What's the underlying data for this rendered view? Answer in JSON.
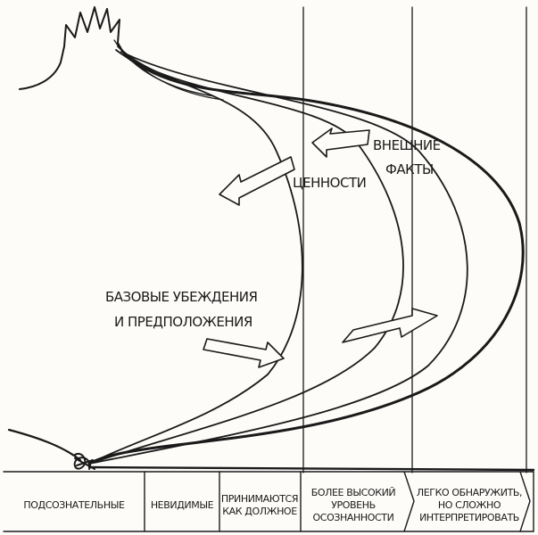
{
  "labels": {
    "external_facts_1": "ВНЕШНИЕ",
    "external_facts_2": "ФАКТЫ",
    "values": "ЦЕННОСТИ",
    "basic_beliefs_1": "БАЗОВЫЕ УБЕЖДЕНИЯ",
    "basic_beliefs_2": "И ПРЕДПОЛОЖЕНИЯ"
  },
  "table": {
    "cells": [
      {
        "lines": [
          "ПОДСОЗНАТЕЛЬНЫЕ"
        ]
      },
      {
        "lines": [
          "НЕВИДИМЫЕ"
        ]
      },
      {
        "lines": [
          "ПРИНИМАЮТСЯ",
          "КАК ДОЛЖНОЕ"
        ]
      },
      {
        "lines": [
          "БОЛЕЕ ВЫСОКИЙ",
          "УРОВЕНЬ",
          "ОСОЗНАННОСТИ"
        ]
      },
      {
        "lines": [
          "ЛЕГКО ОБНАРУЖИТЬ,",
          "НО СЛОЖНО",
          "ИНТЕРПРЕТИРОВАТЬ"
        ]
      }
    ]
  },
  "colors": {
    "ink": "#1a1a1a",
    "paper": "#fdfcf9"
  }
}
